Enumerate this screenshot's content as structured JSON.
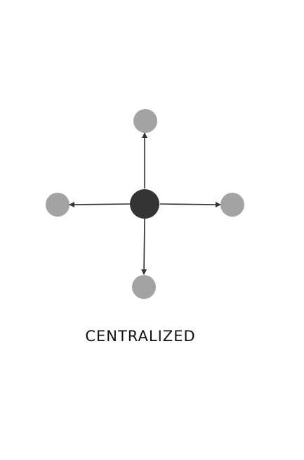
{
  "diagram": {
    "caption": "CENTRALIZED",
    "colors": {
      "center_node": "#333333",
      "peripheral_node": "#a3a3a3",
      "edge": "#333333",
      "caption": "#111111"
    },
    "nodes": [
      {
        "id": "center",
        "role": "hub"
      },
      {
        "id": "top",
        "role": "peripheral"
      },
      {
        "id": "right",
        "role": "peripheral"
      },
      {
        "id": "bottom",
        "role": "peripheral"
      },
      {
        "id": "left",
        "role": "peripheral"
      }
    ],
    "edges": [
      {
        "from": "center",
        "to": "top",
        "directed": true
      },
      {
        "from": "center",
        "to": "right",
        "directed": true
      },
      {
        "from": "center",
        "to": "bottom",
        "directed": true
      },
      {
        "from": "center",
        "to": "left",
        "directed": true
      }
    ]
  }
}
